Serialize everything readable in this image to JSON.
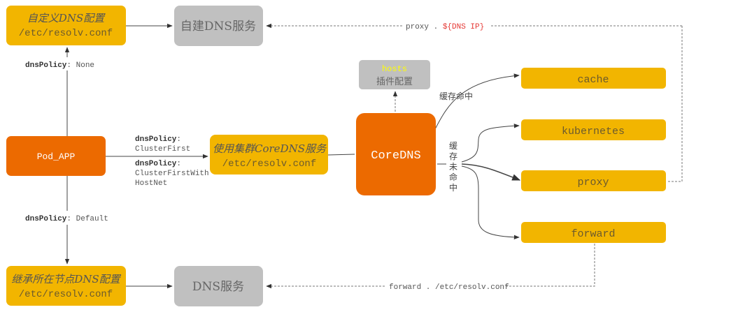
{
  "colors": {
    "yellow": "#f2b500",
    "orange": "#ec6a00",
    "gray": "#c0c0c0",
    "red": "#e53935",
    "hosts_yellow": "#ffff00"
  },
  "nodes": {
    "custom_dns": {
      "title": "自定义DNS配置",
      "path": "/etc/resolv.conf"
    },
    "self_dns": {
      "label": "自建DNS服务"
    },
    "pod": {
      "label": "Pod_APP"
    },
    "cluster_dns": {
      "title": "使用集群CoreDNS服务",
      "path": "/etc/resolv.conf"
    },
    "coredns": {
      "label": "CoreDNS"
    },
    "hosts": {
      "name": "hosts",
      "label": "插件配置"
    },
    "inherit_dns": {
      "title": "继承所在节点DNS配置",
      "path": "/etc/resolv.conf"
    },
    "dns_service": {
      "label": "DNS服务"
    },
    "plugins": [
      "cache",
      "kubernetes",
      "proxy",
      "forward"
    ]
  },
  "edges": {
    "none": {
      "key": "dnsPolicy",
      "value": ": None"
    },
    "default": {
      "key": "dnsPolicy",
      "value": ": Default"
    },
    "cluster_first": {
      "key": "dnsPolicy",
      "colon": ":",
      "value": "ClusterFirst"
    },
    "cluster_first_host": {
      "key": "dnsPolicy",
      "colon": ":",
      "value1": "ClusterFirstWith",
      "value2": "HostNet"
    },
    "proxy_upstream": {
      "prefix": "proxy . ",
      "value": "${DNS IP}"
    },
    "forward_upstream": {
      "label": "forward . /etc/resolv.conf"
    },
    "cache_hit": "缓存命中",
    "cache_miss": [
      "缓",
      "存",
      "未",
      "命",
      "中"
    ]
  }
}
